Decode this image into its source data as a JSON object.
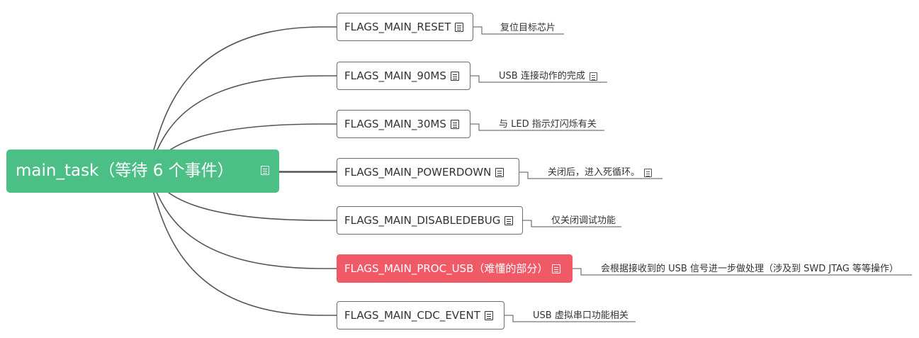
{
  "root": {
    "label": "main_task（等待 6 个事件）",
    "has_note": true
  },
  "children": [
    {
      "label": "FLAGS_MAIN_RESET",
      "note": "复位目标芯片",
      "note_has_icon": false,
      "highlighted": false
    },
    {
      "label": "FLAGS_MAIN_90MS",
      "note": "USB 连接动作的完成",
      "note_has_icon": true,
      "highlighted": false
    },
    {
      "label": "FLAGS_MAIN_30MS",
      "note": "与 LED 指示灯闪烁有关",
      "note_has_icon": false,
      "highlighted": false
    },
    {
      "label": "FLAGS_MAIN_POWERDOWN",
      "note": "关闭后，进入死循环。",
      "note_has_icon": true,
      "highlighted": false
    },
    {
      "label": "FLAGS_MAIN_DISABLEDEBUG",
      "note": "仅关闭调试功能",
      "note_has_icon": false,
      "highlighted": false
    },
    {
      "label": "FLAGS_MAIN_PROC_USB（难懂的部分）",
      "note": "会根据接收到的 USB 信号进一步做处理（涉及到 SWD JTAG 等等操作）",
      "note_has_icon": false,
      "highlighted": true
    },
    {
      "label": "FLAGS_MAIN_CDC_EVENT",
      "note": "USB 虚拟串口功能相关",
      "note_has_icon": false,
      "highlighted": false
    }
  ],
  "colors": {
    "root_fill": "#4cbf86",
    "root_text": "#ffffff",
    "highlight_fill": "#f05a66",
    "highlight_text": "#ffffff",
    "node_border": "#6d6d6d",
    "connector": "#555555"
  },
  "icons": {
    "note": "note-icon"
  }
}
